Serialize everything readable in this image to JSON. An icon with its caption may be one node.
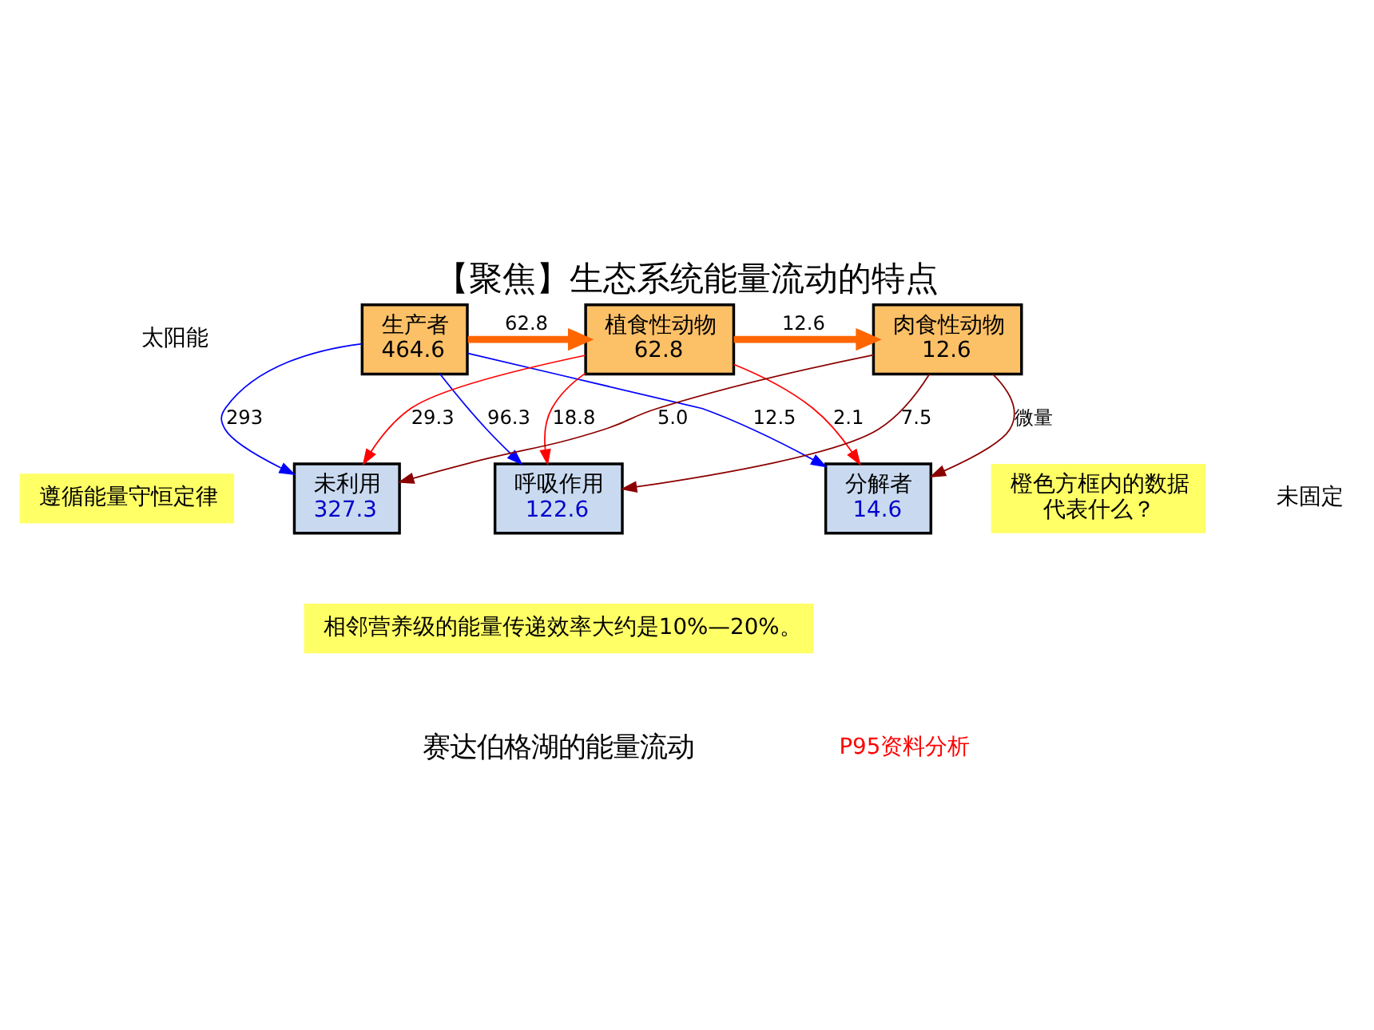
{
  "diagram": {
    "title": "【聚焦】生态系统能量流动的特点",
    "caption": "赛达伯格湖的能量流动",
    "nodes": [
      {
        "text": [
          "生产者",
          "464.6"
        ]
      },
      {
        "text": [
          "分解者",
          "14.6"
        ]
      },
      {
        "text": [
          "植食性动物",
          "62.8"
        ]
      },
      {
        "text": [
          "肉食性动物",
          "12.6"
        ]
      },
      {
        "text": [
          "呼吸作用",
          "122.6"
        ]
      },
      {
        "text": [
          "未利用",
          "327.3"
        ]
      },
      {
        "text": [
          "遵循能量守恒定律"
        ]
      },
      {
        "text": [
          "橙色方框内的数据代表什么？"
        ]
      },
      {
        "text": [
          "相邻营养级的能量传递效率大约是10%—20%。"
        ]
      }
    ],
    "edges": [
      {
        "from": 0,
        "to": 1,
        "arrow": "to",
        "label": "12.5",
        "color": "#0000ff"
      },
      {
        "from": 0,
        "to": 2,
        "arrow": "to",
        "label": "62.8",
        "style": "thick",
        "color": "#ff6600"
      },
      {
        "from": 0,
        "to": 4,
        "arrow": "to",
        "label": "96.3",
        "color": "#0000ff"
      },
      {
        "from": 0,
        "to": 5,
        "arrow": "to",
        "label": "293",
        "color": "#0000ff"
      },
      {
        "from": 2,
        "to": 1,
        "arrow": "to",
        "label": "2.1",
        "color": "#ff0000"
      },
      {
        "from": 2,
        "to": 3,
        "arrow": "to",
        "label": "12.6",
        "style": "thick",
        "color": "#ff6600"
      },
      {
        "from": 2,
        "to": 4,
        "arrow": "to",
        "label": "18.8",
        "color": "#ff0000"
      },
      {
        "from": 2,
        "to": 5,
        "arrow": "to",
        "label": "29.3",
        "color": "#ff0000"
      },
      {
        "from": 3,
        "to": 1,
        "arrow": "to",
        "label": "微量",
        "color": "#8b0000"
      },
      {
        "from": 3,
        "to": 4,
        "arrow": "to",
        "label": "7.5",
        "color": "#8b0000"
      },
      {
        "from": 3,
        "to": 5,
        "arrow": "to",
        "label": "5.0",
        "color": "#8b0000"
      }
    ],
    "labels": [
      "太阳能",
      "未固定",
      "P95资料分析"
    ]
  }
}
